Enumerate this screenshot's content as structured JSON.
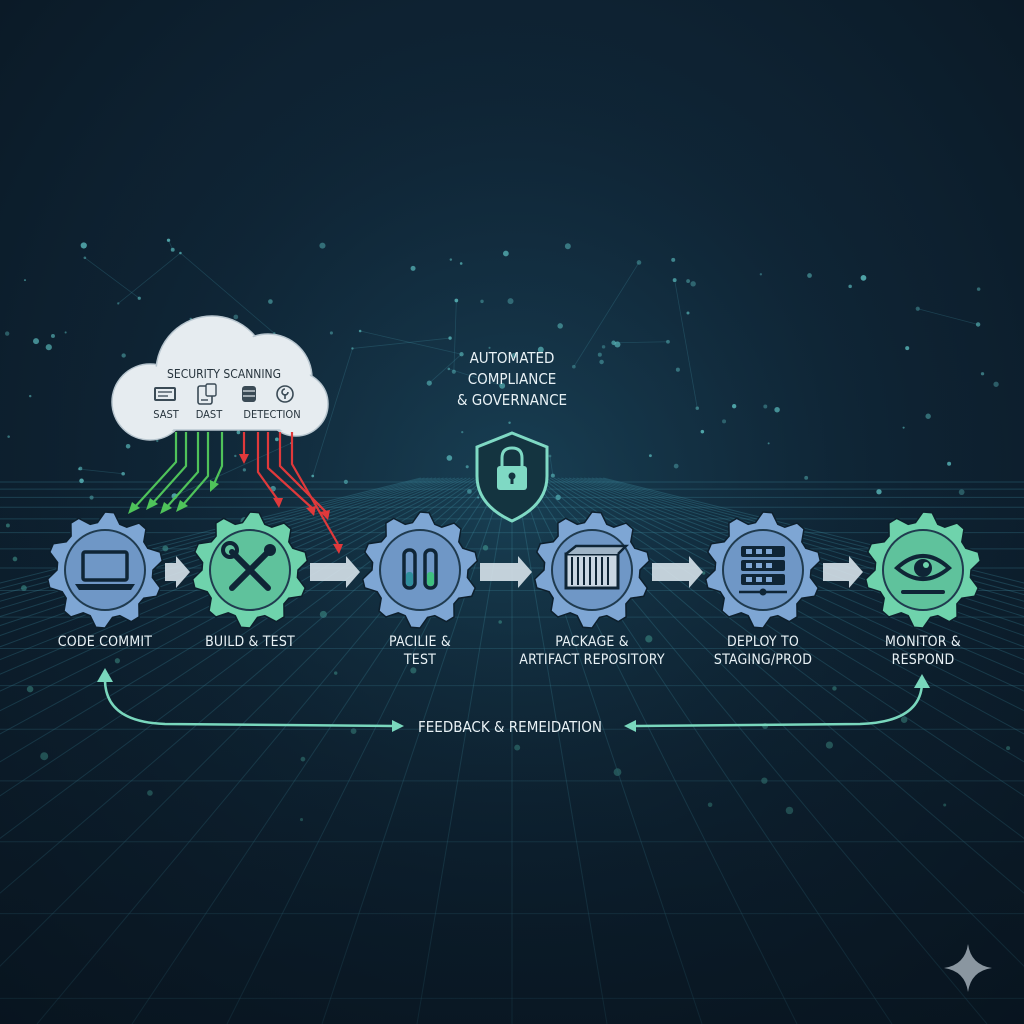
{
  "colors": {
    "background": "#0f2536",
    "grid": "#3d8a9e",
    "gear_blue": "#7ea6d4",
    "gear_green": "#6fd3ac",
    "arrow": "#d6e2ea",
    "feedback": "#79d7bd",
    "scan_green": "#4fc35a",
    "scan_red": "#e0393b",
    "cloud": "#e6ecf0",
    "shield": "#7fd9c4",
    "text": "#e9f2f6"
  },
  "cloud": {
    "title": "SECURITY SCANNING",
    "items": [
      {
        "icon": "code-scan-icon",
        "label": "SAST"
      },
      {
        "icon": "app-scan-icon",
        "label": "DAST"
      },
      {
        "icon": "detection-icon",
        "label": "DETECTION"
      }
    ]
  },
  "compliance": {
    "lines": [
      "AUTOMATED",
      "COMPLIANCE",
      "& GOVERNANCE"
    ],
    "icon": "shield-lock-icon"
  },
  "stages": [
    {
      "icon": "laptop-icon",
      "color": "blue",
      "lines": [
        "CODE COMMIT"
      ]
    },
    {
      "icon": "tools-icon",
      "color": "green",
      "lines": [
        "BUILD & TEST"
      ]
    },
    {
      "icon": "test-tubes-icon",
      "color": "blue",
      "lines": [
        "PACILIE &",
        "TEST"
      ]
    },
    {
      "icon": "container-icon",
      "color": "blue",
      "lines": [
        "PACKAGE &",
        "ARTIFACT REPOSITORY"
      ]
    },
    {
      "icon": "server-icon",
      "color": "blue",
      "lines": [
        "DEPLOY TO",
        "STAGING/PROD"
      ]
    },
    {
      "icon": "eye-icon",
      "color": "green",
      "lines": [
        "MONITOR &",
        "RESPOND"
      ]
    }
  ],
  "feedback": {
    "label": "FEEDBACK & REMEIDATION"
  }
}
